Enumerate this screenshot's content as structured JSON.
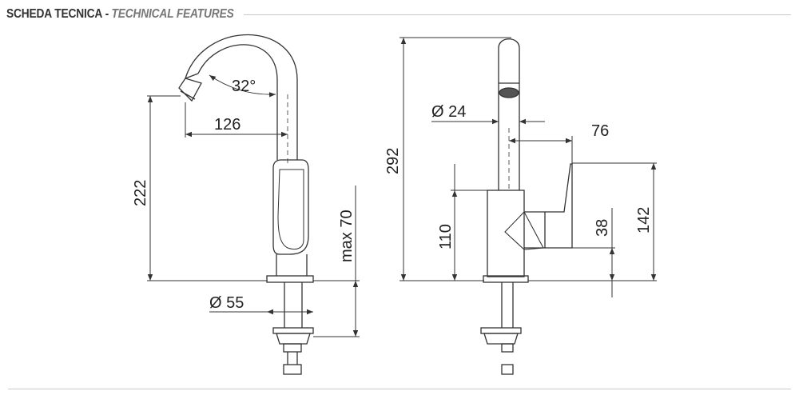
{
  "header": {
    "title_it": "SCHEDA TECNICA",
    "separator": "-",
    "title_en": "TECHNICAL FEATURES"
  },
  "side_view": {
    "dims": {
      "angle": "32°",
      "reach": "126",
      "height": "222",
      "max_thickness": "max 70",
      "base_diameter": "Ø 55"
    }
  },
  "front_view": {
    "dims": {
      "spout_diameter": "Ø 24",
      "handle_offset": "76",
      "total_height": "292",
      "body_height": "110",
      "lever_height": "38",
      "handle_height": "142"
    }
  },
  "colors": {
    "line": "#333333",
    "rule": "#c8c8c8",
    "header_text": "#333333",
    "header_italic": "#777777"
  }
}
